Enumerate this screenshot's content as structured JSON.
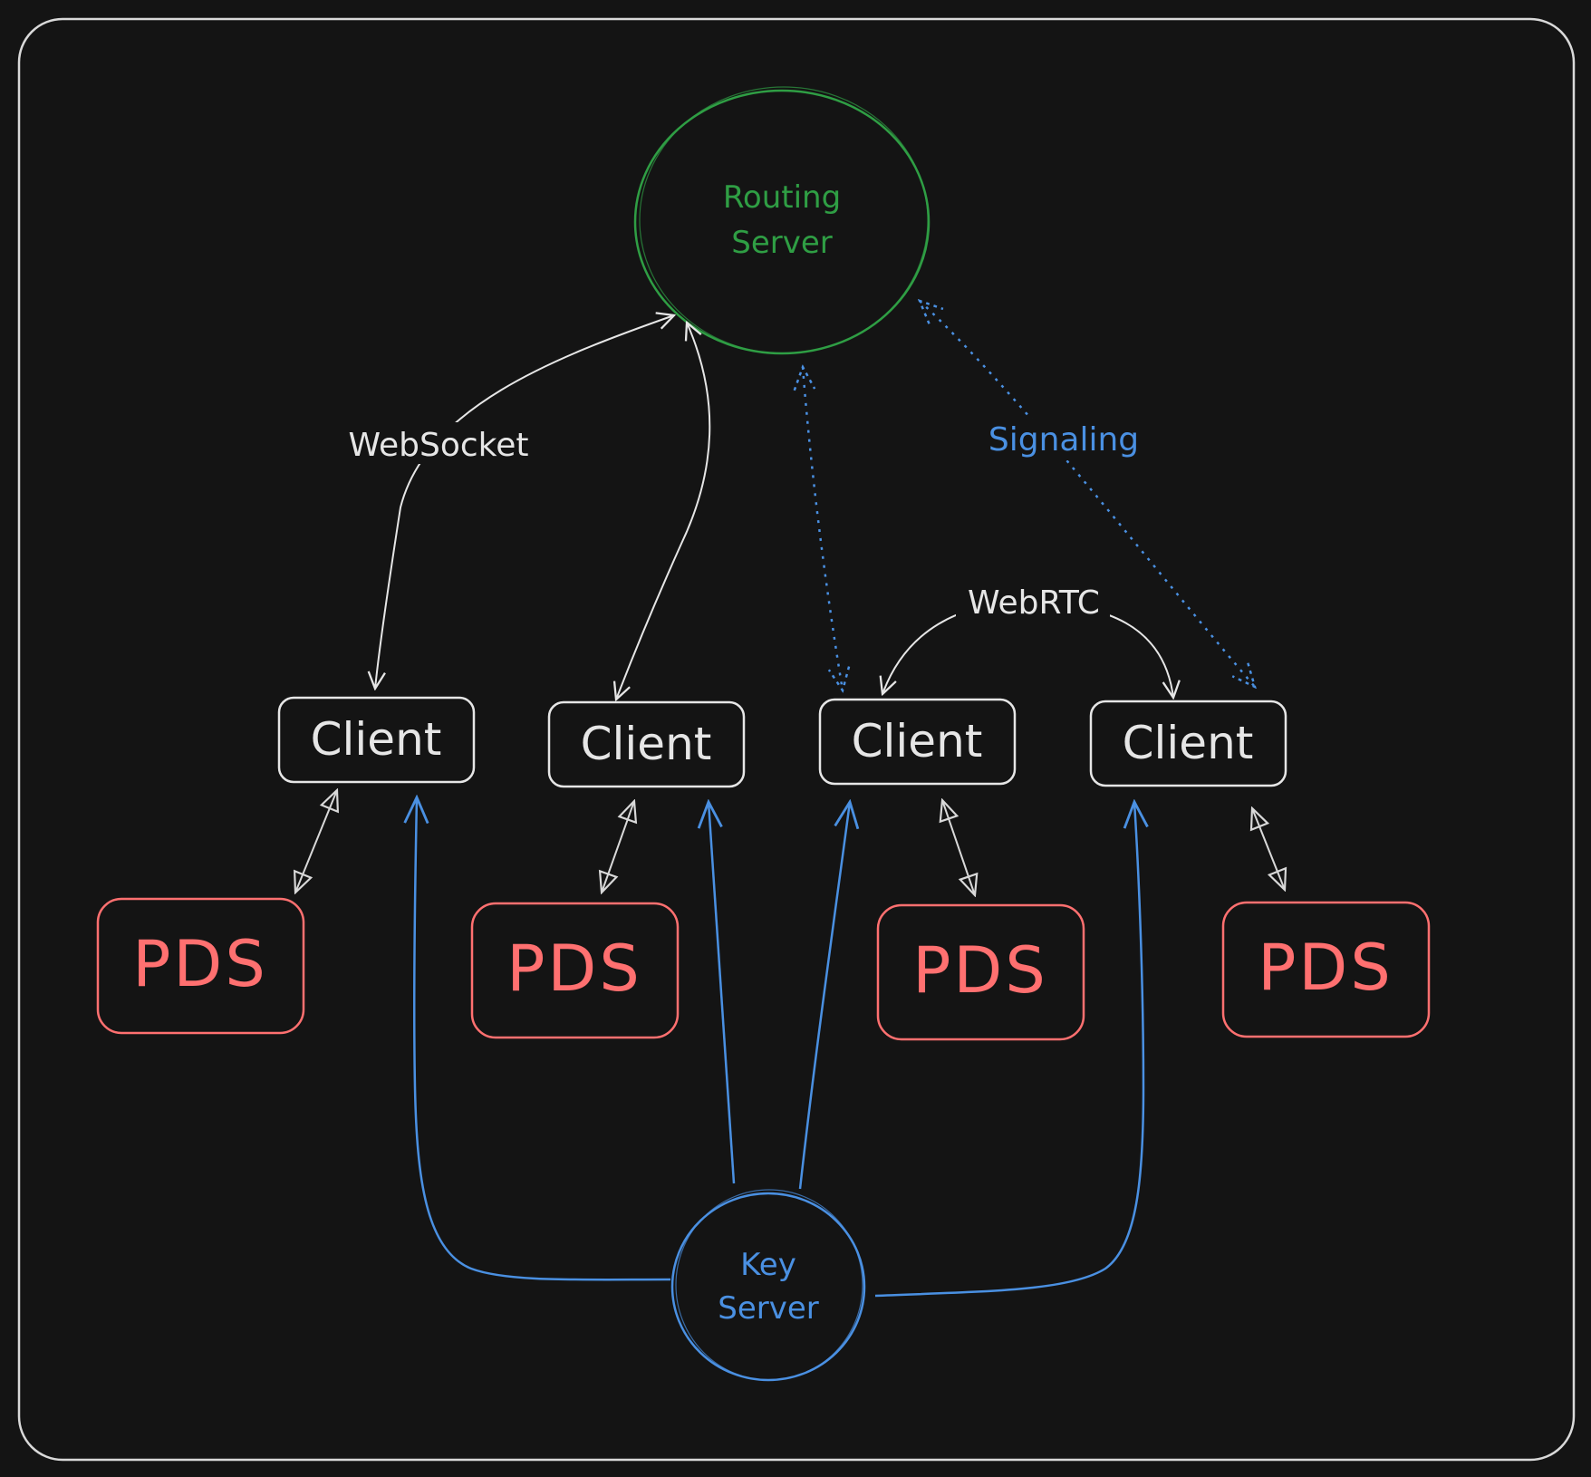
{
  "colors": {
    "background": "#141414",
    "frame": "#d9d9d9",
    "neutral": "#e6e6e6",
    "routing": "#2f9e44",
    "key": "#4a90e2",
    "pds": "#ff7070"
  },
  "routing_server": {
    "line1": "Routing",
    "line2": "Server"
  },
  "key_server": {
    "line1": "Key",
    "line2": "Server"
  },
  "clients": [
    {
      "label": "Client"
    },
    {
      "label": "Client"
    },
    {
      "label": "Client"
    },
    {
      "label": "Client"
    }
  ],
  "pds": [
    {
      "label": "PDS"
    },
    {
      "label": "PDS"
    },
    {
      "label": "PDS"
    },
    {
      "label": "PDS"
    }
  ],
  "edge_labels": {
    "websocket": "WebSocket",
    "signaling": "Signaling",
    "webrtc": "WebRTC"
  }
}
